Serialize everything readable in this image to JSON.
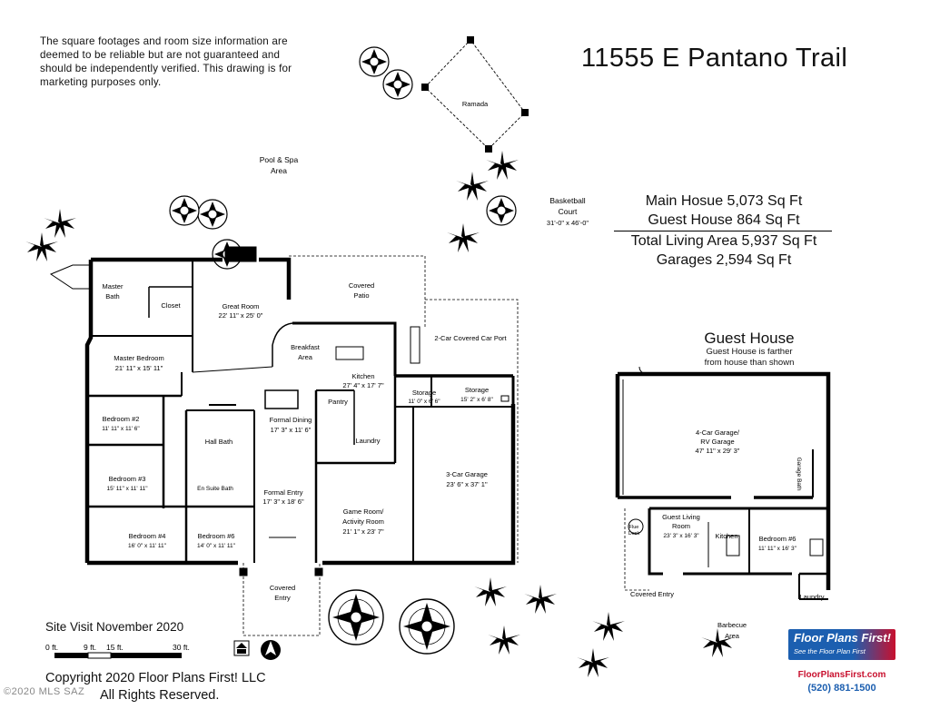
{
  "disclaimer": "The square footages and room size information are deemed to be reliable but are not guaranteed and should be independently verified. This drawing is for marketing purposes only.",
  "title": "11555 E Pantano Trail",
  "summary": {
    "main_house": "Main Hosue 5,073 Sq Ft",
    "guest_house": "Guest  House 864 Sq Ft",
    "total": "Total Living Area 5,937 Sq Ft",
    "garages": "Garages 2,594 Sq Ft"
  },
  "guest_section": {
    "title": "Guest House",
    "note_line1": "Guest House is farther",
    "note_line2": "from house than shown"
  },
  "outdoor": {
    "ramada": "Ramada",
    "pool_line1": "Pool & Spa",
    "pool_line2": "Area",
    "basketball_line1": "Basketball",
    "basketball_line2": "Court",
    "basketball_dim": "31'-0\" x 46'-0\"",
    "covered_patio_line1": "Covered",
    "covered_patio_line2": "Patio",
    "carport": "2-Car Covered Car Port",
    "covered_entry_line1": "Covered",
    "covered_entry_line2": "Entry",
    "barbecue_line1": "Barbecue",
    "barbecue_line2": "Area",
    "guest_covered_entry": "Covered Entry"
  },
  "rooms": {
    "master_bath": {
      "l1": "Master",
      "l2": "Bath"
    },
    "closet": {
      "l1": "Closet"
    },
    "great_room": {
      "l1": "Great Room",
      "l2": "22' 11\" x 25' 0\""
    },
    "master_bedroom": {
      "l1": "Master Bedroom",
      "l2": "21' 11\" x 15' 11\""
    },
    "breakfast": {
      "l1": "Breakfast",
      "l2": "Area"
    },
    "kitchen": {
      "l1": "Kitchen",
      "l2": "27' 4\" x 17' 7\""
    },
    "storage1": {
      "l1": "Storage",
      "l2": "11' 0\" x 6' 6\""
    },
    "storage2": {
      "l1": "Storage",
      "l2": "15' 2\" x 6' 8\""
    },
    "pantry": {
      "l1": "Pantry"
    },
    "bedroom2": {
      "l1": "Bedroom #2",
      "l2": "11' 11\" x 11' 6\""
    },
    "formal_dining": {
      "l1": "Formal Dining",
      "l2": "17' 3\" x 11' 6\""
    },
    "hall_bath": {
      "l1": "Hall Bath"
    },
    "laundry": {
      "l1": "Laundry"
    },
    "bedroom3": {
      "l1": "Bedroom #3",
      "l2": "15' 11\" x 11' 11\""
    },
    "en_suite": {
      "l1": "En Suite Bath"
    },
    "formal_entry": {
      "l1": "Formal Entry",
      "l2": "17' 3\" x 18' 6\""
    },
    "garage3": {
      "l1": "3-Car Garage",
      "l2": "23' 6\" x 37' 1\""
    },
    "game_room": {
      "l1": "Game Room/",
      "l2": "Activity Room",
      "l3": "21' 1\" x 23' 7\""
    },
    "bedroom4": {
      "l1": "Bedroom #4",
      "l2": "16' 0\" x 11' 11\""
    },
    "bedroom6": {
      "l1": "Bedroom #6",
      "l2": "14' 0\" x 11' 11\""
    },
    "rv_garage": {
      "l1": "4-Car Garage/",
      "l2": "RV Garage",
      "l3": "47' 11\" x 29' 3\""
    },
    "garage_bath": {
      "l1": "Garage Bath"
    },
    "guest_living": {
      "l1": "Guest Living",
      "l2": "Room",
      "l3": "23' 3\" x 16' 3\""
    },
    "guest_kitchen": {
      "l1": "Kitchen"
    },
    "guest_bedroom": {
      "l1": "Bedroom #6",
      "l2": "11' 11\" x 16' 3\""
    },
    "guest_laundry": {
      "l1": "Laundry"
    },
    "flue_desk": {
      "l1": "Flue",
      "l2": "Desk"
    }
  },
  "scale": {
    "labels": [
      "0 ft.",
      "9 ft.",
      "15 ft.",
      "30 ft."
    ]
  },
  "site_visit": "Site Visit November 2020",
  "copyright_line1": "Copyright 2020 Floor Plans First! LLC",
  "copyright_line2": "All Rights Reserved.",
  "mls_watermark": "©2020 MLS SAZ",
  "brand": {
    "name": "Floor Plans First!",
    "tagline": "See the Floor Plan First",
    "url": "FloorPlansFirst.com",
    "phone": "(520) 881-1500",
    "red": "#c8102e",
    "blue": "#1c5fb0"
  }
}
